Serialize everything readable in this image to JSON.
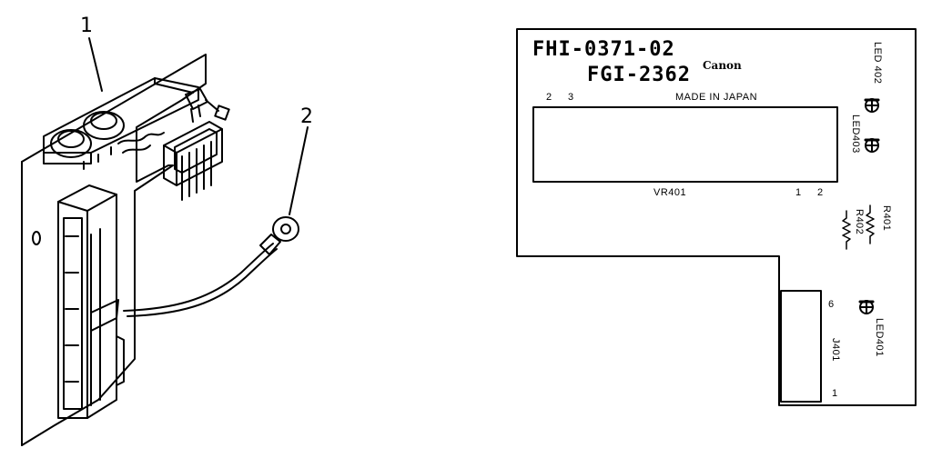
{
  "callouts": {
    "one": "1",
    "two": "2"
  },
  "board": {
    "part_number_1": "FHI-0371-02",
    "part_number_2": "FGI-2362",
    "brand": "Canon",
    "made_in": "MADE IN JAPAN",
    "vr_label": "VR401",
    "pin_top_left": "2",
    "pin_top_right": "3",
    "pin_bottom_left": "1",
    "pin_bottom_right": "2",
    "led402": "LED 402",
    "led403": "LED403",
    "led401": "LED401",
    "r401": "R401",
    "r402": "R402",
    "j401": "J401",
    "j_pin_top": "6",
    "j_pin_bottom": "1"
  }
}
